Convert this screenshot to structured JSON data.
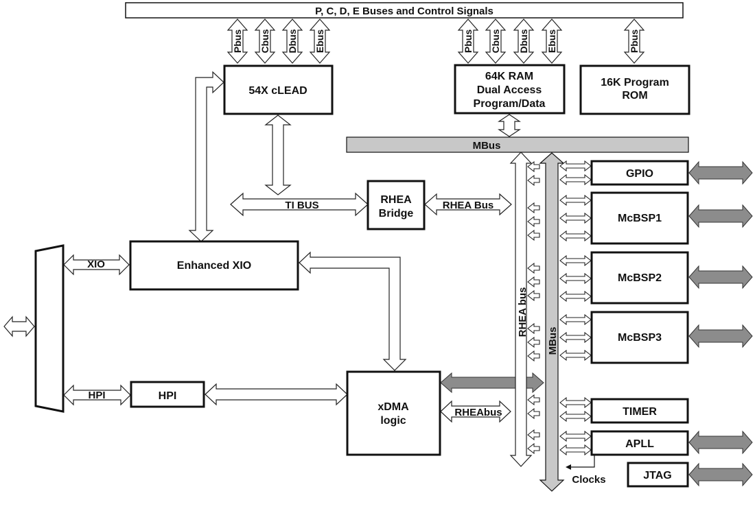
{
  "top_bus_label": "P, C, D, E Buses and Control Signals",
  "left_bus_labels": [
    "Pbus",
    "Cbus",
    "Dbus",
    "Ebus"
  ],
  "right_bus_labels": [
    "Pbus",
    "Cbus",
    "Dbus",
    "Ebus"
  ],
  "rom_bus_label": "Pbus",
  "blocks": {
    "clead": "54X cLEAD",
    "ram": [
      "64K RAM",
      "Dual Access",
      "Program/Data"
    ],
    "rom": [
      "16K Program",
      "ROM"
    ],
    "rhea_bridge": [
      "RHEA",
      "Bridge"
    ],
    "enhanced_xio": "Enhanced XIO",
    "hpi": "HPI",
    "xdma": [
      "xDMA",
      "logic"
    ],
    "gpio": "GPIO",
    "mcbsp1": "McBSP1",
    "mcbsp2": "McBSP2",
    "mcbsp3": "McBSP3",
    "timer": "TIMER",
    "apll": "APLL",
    "jtag": "JTAG"
  },
  "labels": {
    "mbus_horizontal": "MBus",
    "mbus_vertical": "MBus",
    "rhea_bus_vertical": "RHEA bus",
    "ti_bus": "TI BUS",
    "rhea_bus": "RHEA Bus",
    "xio": "XIO",
    "hpi_link": "HPI",
    "rheabus_xdma": "RHEAbus",
    "clocks": "Clocks"
  }
}
